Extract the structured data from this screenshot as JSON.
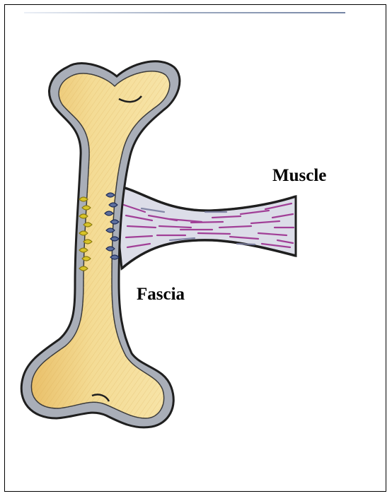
{
  "labels": {
    "muscle": "Muscle",
    "fascia": "Fascia"
  },
  "colors": {
    "bone_fill": "#f2d98c",
    "bone_shade": "#d9a94a",
    "periosteum": "#a9aeb8",
    "outline": "#1f1f1f",
    "muscle_fibers": "#9b2f8f",
    "fascia_fill": "#d4d6e4",
    "attachment_yellow": "#d8c428",
    "attachment_blue": "#2c3f7a",
    "frame": "#000000"
  },
  "icons": {
    "bone": "long-bone-drawing",
    "muscle": "muscle-fiber-bundle",
    "attachment": "sharpey-fiber-marks"
  }
}
